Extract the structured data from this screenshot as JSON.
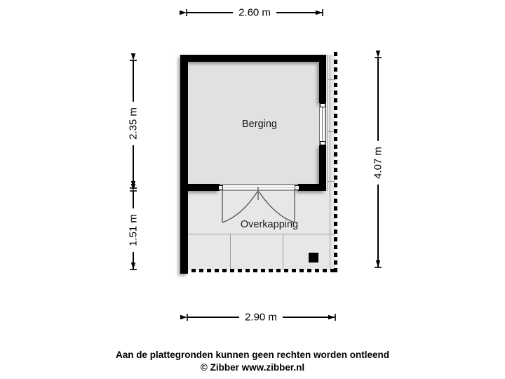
{
  "plan": {
    "rooms": [
      {
        "label": "Berging"
      },
      {
        "label": "Overkapping"
      }
    ],
    "dimensions": {
      "top": "2.60 m",
      "bottom": "2.90 m",
      "left_upper": "2.35 m",
      "left_lower": "1.51 m",
      "right": "4.07 m"
    }
  },
  "footer": {
    "disclaimer": "Aan de plattegronden kunnen geen rechten worden ontleend",
    "copyright": "© Zibber www.zibber.nl"
  },
  "colors": {
    "background": "#ffffff",
    "wall": "#000000",
    "berging_floor": "#e1e1e1",
    "overkapping_floor": "#e7e7e7",
    "tile_line": "#9e9e9e",
    "dimension_line": "#000000",
    "label_text": "#1a1a1a"
  }
}
